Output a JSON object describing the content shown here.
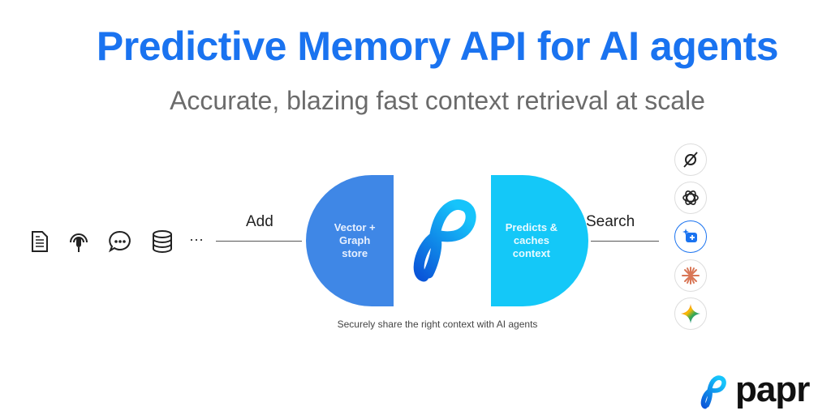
{
  "header": {
    "title": "Predictive Memory API for AI agents",
    "subtitle": "Accurate, blazing fast context retrieval at scale"
  },
  "sources": {
    "icons": [
      "document-icon",
      "podcast-mic-icon",
      "chat-bubble-icon",
      "database-icon",
      "ellipsis-icon"
    ],
    "ellipsis": "···"
  },
  "flow": {
    "add_label": "Add",
    "search_label": "Search"
  },
  "pill": {
    "left_text": [
      "Vector +",
      "Graph",
      "store"
    ],
    "right_text": [
      "Predicts &",
      "caches",
      "context"
    ],
    "caption": "Securely share the right context with AI agents"
  },
  "agents": [
    "perplexity-like-icon",
    "openai-icon",
    "copilot-icon",
    "claude-icon",
    "gemini-icon"
  ],
  "brand": {
    "name": "papr"
  },
  "colors": {
    "title": "#1a73f0",
    "pill_left": "#3f87e6",
    "pill_right": "#14c8f8"
  }
}
